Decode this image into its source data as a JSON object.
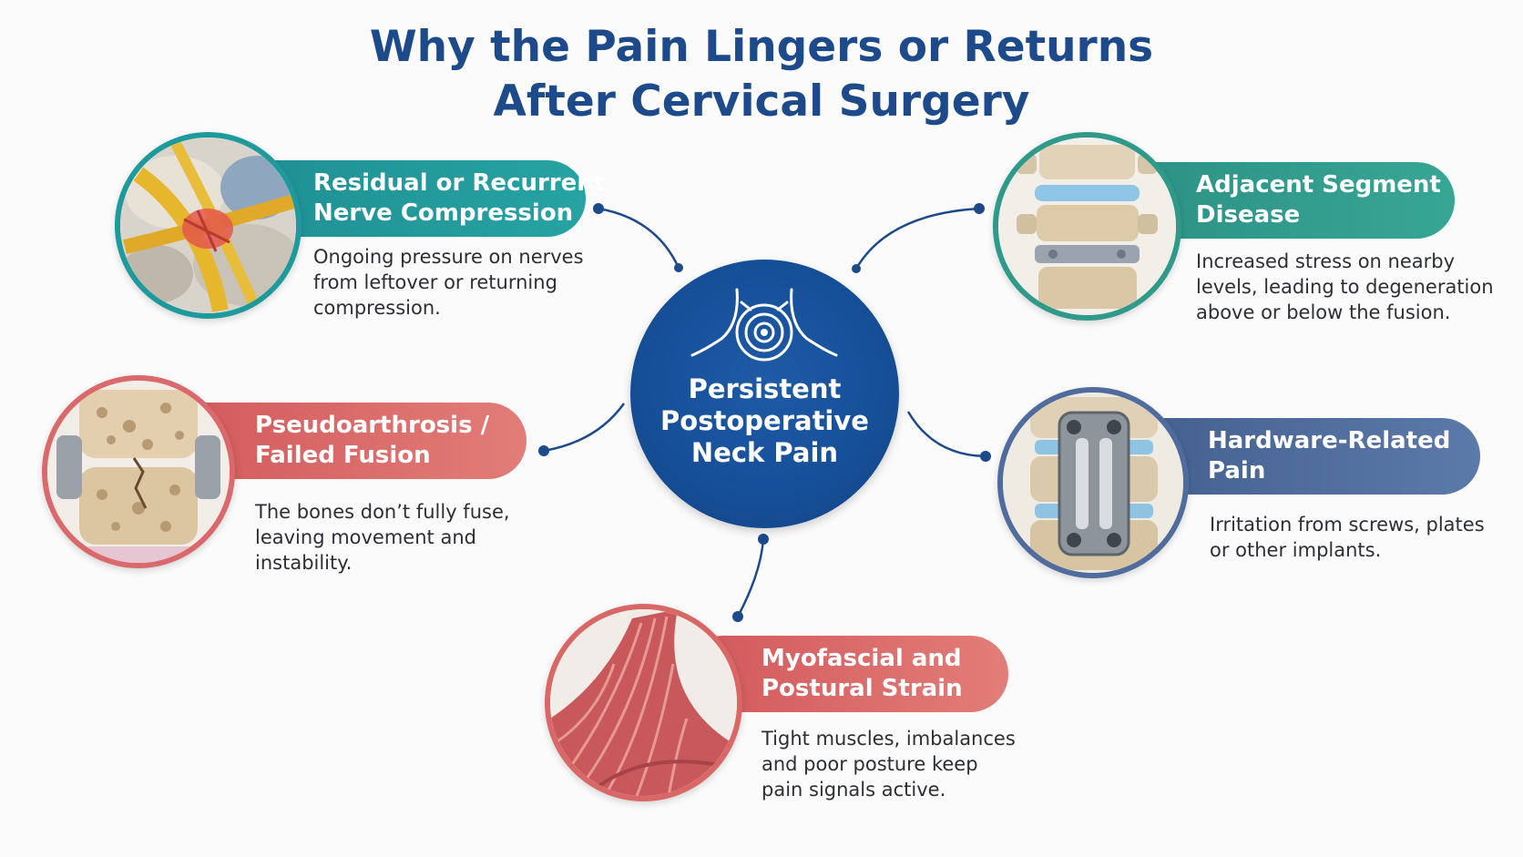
{
  "title": {
    "line1": "Why the Pain Lingers or Returns",
    "line2": "After Cervical Surgery"
  },
  "center": {
    "line1": "Persistent",
    "line2": "Postoperative",
    "line3": "Neck Pain",
    "icon": "neck-target-icon"
  },
  "causes": [
    {
      "title_line1": "Residual or Recurrent",
      "title_line2": "Nerve Compression",
      "desc_line1": "Ongoing pressure on nerves",
      "desc_line2": "from leftover or returning",
      "desc_line3": "compression.",
      "color": "#1f9a9c",
      "image": "compressed-nerve-illustration"
    },
    {
      "title_line1": "Adjacent Segment",
      "title_line2": "Disease",
      "desc_line1": "Increased stress on nearby",
      "desc_line2": "levels, leading to degeneration",
      "desc_line3": "above or below the fusion.",
      "color": "#2f9a8a",
      "image": "spine-segments-illustration"
    },
    {
      "title_line1": "Pseudoarthrosis /",
      "title_line2": "Failed Fusion",
      "desc_line1": "The bones don’t fully fuse,",
      "desc_line2": "leaving movement and",
      "desc_line3": "instability.",
      "color": "#d9696a",
      "image": "cracked-vertebra-illustration"
    },
    {
      "title_line1": "Hardware-Related",
      "title_line2": "Pain",
      "desc_line1": "Irritation from screws, plates",
      "desc_line2": "or other implants.",
      "desc_line3": "",
      "color": "#4f6c9d",
      "image": "spinal-plate-illustration"
    },
    {
      "title_line1": "Myofascial and",
      "title_line2": "Postural Strain",
      "desc_line1": "Tight muscles, imbalances",
      "desc_line2": "and poor posture keep",
      "desc_line3": "pain signals active.",
      "color": "#d96766",
      "image": "neck-muscles-illustration"
    }
  ],
  "colors": {
    "title": "#1d4a8a",
    "hub": "#164f98",
    "connector": "#1d4a8a"
  }
}
